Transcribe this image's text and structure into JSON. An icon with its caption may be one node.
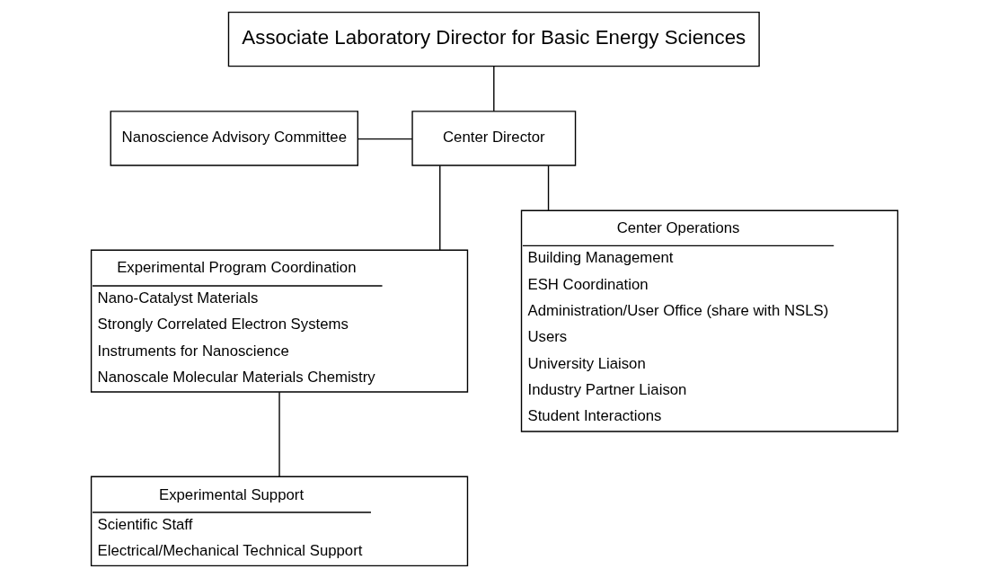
{
  "diagram": {
    "nodes": [
      {
        "text": [
          "Associate Laboratory Director for Basic Energy Sciences"
        ]
      },
      {
        "text": [
          "Nanoscience Advisory Committee"
        ]
      },
      {
        "text": [
          "Center Director"
        ]
      },
      {
        "text": [
          "Experimental Program Coordination",
          "Nano-Catalyst Materials",
          "Strongly Correlated Electron Systems",
          "Instruments for Nanoscience",
          "Nanoscale Molecular Materials Chemistry"
        ]
      },
      {
        "text": [
          "Center Operations",
          "Building Management",
          "ESH Coordination",
          "Administration/User Office (share with NSLS)",
          "Users",
          "University Liaison",
          "Industry Partner Liaison",
          "Student Interactions"
        ]
      },
      {
        "text": [
          "Experimental Support",
          "Scientific Staff",
          "Electrical/Mechanical Technical Support"
        ]
      }
    ],
    "edges": [
      {
        "from": 0,
        "to": 2,
        "arrow": "none"
      },
      {
        "from": 1,
        "to": 2,
        "arrow": "none"
      },
      {
        "from": 2,
        "to": 3,
        "arrow": "none"
      },
      {
        "from": 2,
        "to": 4,
        "arrow": "none"
      },
      {
        "from": 3,
        "to": 5,
        "arrow": "none"
      }
    ]
  }
}
